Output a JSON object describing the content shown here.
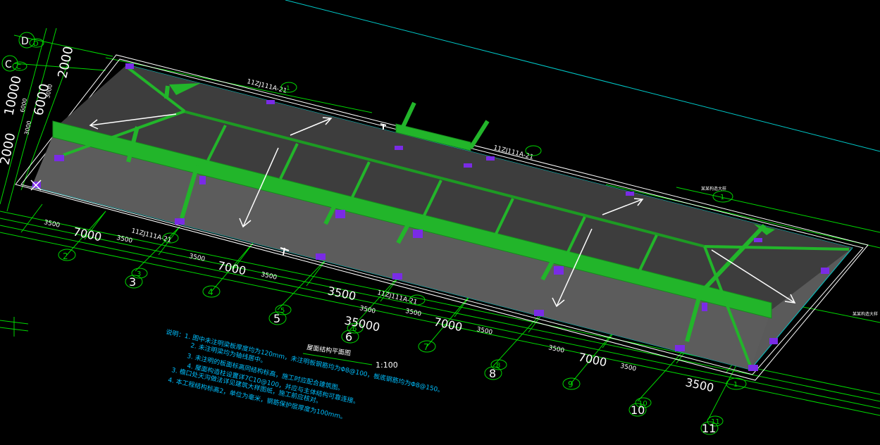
{
  "viewport": {
    "background": "#000000"
  },
  "colors": {
    "roof_fill": "#5a5a5a",
    "roof_dark": "#3a3a3a",
    "beam": "#22b52a",
    "beam_dark": "#178a1d",
    "dim_line": "#00d800",
    "outline": "#ffffff",
    "cyan": "#00c8c8",
    "purple": "#7a2be6",
    "notes": "#00bfff",
    "arrow": "#ffffff"
  },
  "grid_axes": {
    "letters": [
      "D",
      "C"
    ],
    "letters_sub": [
      "D",
      "C"
    ],
    "numbers": [
      "2",
      "3",
      "4",
      "5",
      "6",
      "7",
      "8",
      "9",
      "10",
      "11"
    ],
    "numbers_sub": [
      "3",
      "5",
      "6",
      "8",
      "10",
      "11"
    ]
  },
  "dimensions": {
    "left_vertical": [
      "2000",
      "6000",
      "3000",
      "3000",
      "10000",
      "2000",
      "6000"
    ],
    "bays": [
      "3500",
      "7000",
      "3500",
      "3500",
      "7000",
      "3500",
      "3500",
      "3500",
      "35000",
      "3500",
      "7000",
      "3500",
      "3500",
      "7000",
      "3500",
      "3500"
    ],
    "total": "35000"
  },
  "annotations": {
    "ref_code": "11ZJ111A-21",
    "ref_code_small": "11ZJ111A-21",
    "detail_num": "1",
    "tag_small": "某某构造大样"
  },
  "plan_title": "屋面结构平面图",
  "scale": "1:100",
  "notes": [
    "说明：1. 图中未注明梁板厚度均为120mm，未注明板钢筋均为Φ8@100，板底钢筋均为Φ8@150。",
    "2. 未注明梁均为轴线居中。",
    "3. 未注明的板面标高同结构标高，施工时应配合建筑图。",
    "4. 屋面构造柱设置详7C10@100，并应与主体结构可靠连接。",
    "3. 檐口处天沟做法详见建筑大样图纸，施工前应核对。",
    "4. 本工程结构标高2，单位为毫米，钢筋保护层厚度为100mm。"
  ]
}
